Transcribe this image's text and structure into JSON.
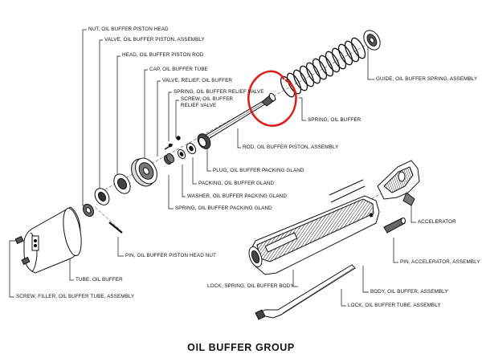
{
  "title": "OIL BUFFER GROUP",
  "labels": {
    "nut_piston_head": "NUT, OIL BUFFER PISTON HEAD",
    "valve_piston_assembly": "VALVE, OIL BUFFER PISTON, ASSEMBLY",
    "head_piston_rod": "HEAD, OIL BUFFER PISTON ROD",
    "cap_tube": "CAP, OIL BUFFER TUBE",
    "valve_relief": "VALVE, RELIEF, OIL BUFFER",
    "spring_relief_valve": "SPRING, OIL BUFFER RELIEF VALVE",
    "screw_relief_valve_1": "SCREW, OIL BUFFER",
    "screw_relief_valve_2": "RELIEF VALVE",
    "guide_spring_assembly": "GUIDE, OIL BUFFER SPRING, ASSEMBLY",
    "spring_oil_buffer": "SPRING, OIL BUFFER",
    "rod_piston_assembly": "ROD, OIL BUFFER PISTON, ASSEMBLY",
    "plug_packing_gland": "PLUG, OIL BUFFER PACKING GLAND",
    "packing_gland": "PACKING, OIL BUFFER GLAND",
    "washer_packing_gland": "WASHER, OIL BUFFER PACKING GLAND",
    "spring_packing_gland": "SPRING, OIL BUFFER PACKING GLAND",
    "accelerator": "ACCELERATOR",
    "pin_piston_head_nut": "PIN, OIL BUFFER PISTON HEAD NUT",
    "pin_accelerator_assembly": "PIN, ACCELERATOR, ASSEMBLY",
    "tube_oil_buffer": "TUBE, OIL BUFFER",
    "lock_spring_body": "LOCK, SPRING, OIL BUFFER BODY",
    "body_assembly": "BODY, OIL BUFFER, ASSEMBLY",
    "screw_filler": "SCREW, FILLER, OIL BUFFER TUBE, ASSEMBLY",
    "lock_tube_assembly": "LOCK, OIL BUFFER TUBE, ASSEMBLY"
  },
  "colors": {
    "ink": "#111111",
    "annotation_circle": "#e0201c",
    "paper": "#ffffff"
  }
}
